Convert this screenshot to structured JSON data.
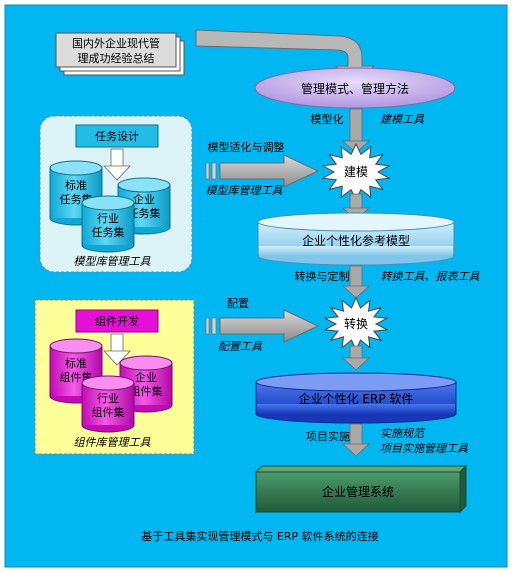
{
  "source": {
    "line1": "国内外企业现代管",
    "line2": "理成功经验总结"
  },
  "management_ellipse": {
    "label": "管理模式、管理方法"
  },
  "stage1": {
    "left_label": "模型化",
    "right_label": "建模工具"
  },
  "model_panel": {
    "title": "任务设计",
    "cyl_standard": [
      "标准",
      "任务集"
    ],
    "cyl_industry": [
      "行业",
      "任务集"
    ],
    "cyl_enterprise": [
      "企业",
      "任务集"
    ],
    "footer": "模型库管理工具"
  },
  "arrow1": {
    "top_label": "模型适化与调整",
    "bottom_label": "模型库管理工具"
  },
  "burst1": {
    "label": "建模"
  },
  "ref_model": {
    "label": "企业个性化参考模型"
  },
  "stage2": {
    "left_label": "转换与定制",
    "right_label": "转换工具、报表工具"
  },
  "component_panel": {
    "title": "组件开发",
    "cyl_standard": [
      "标准",
      "组件集"
    ],
    "cyl_industry": [
      "行业",
      "组件集"
    ],
    "cyl_enterprise": [
      "企业",
      "组件集"
    ],
    "footer": "组件库管理工具"
  },
  "arrow2": {
    "top_label": "配置",
    "bottom_label": "配置工具"
  },
  "burst2": {
    "label": "转换"
  },
  "erp": {
    "label": "企业个性化 ERP 软件"
  },
  "stage3": {
    "left_label": "项目实施",
    "right_line1": "实施规范",
    "right_line2": "项目实施管理工具"
  },
  "system": {
    "label": "企业管理系统"
  },
  "caption": "基于工具集实现管理模式与 ERP 软件系统的连接",
  "colors": {
    "background": "#00b7f2",
    "arrow_grey": "#a9a9a9",
    "management": "#c9b3ee",
    "ref_model": "#a8dcf4",
    "erp": "#2a58e8",
    "system": "#2f7a52",
    "model_panel": "#dcf4f8",
    "model_cylinder": "#22bde6",
    "component_panel": "#ffff9a",
    "component_cylinder": "#e60fd7"
  }
}
